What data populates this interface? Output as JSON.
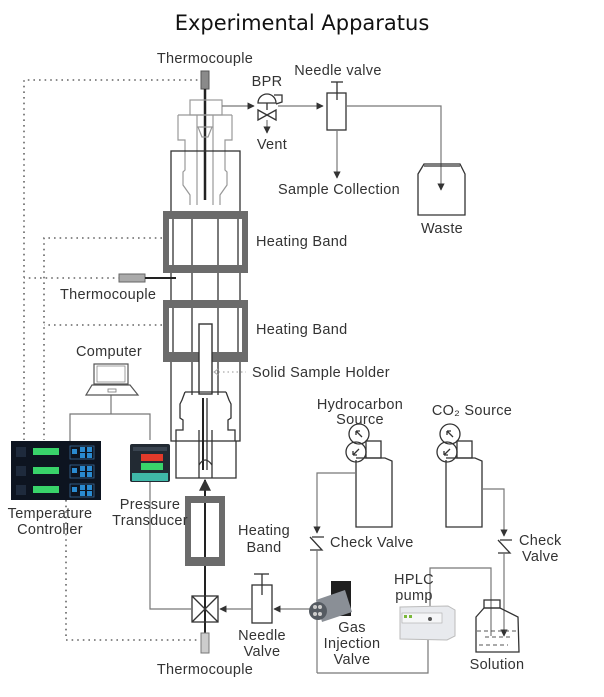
{
  "title": "Experimental Apparatus",
  "labels": {
    "thermocouple_top": "Thermocouple",
    "bpr": "BPR",
    "needle_valve_top": "Needle valve",
    "vent": "Vent",
    "sample_collection": "Sample Collection",
    "waste": "Waste",
    "heating_band_1": "Heating Band",
    "thermocouple_mid": "Thermocouple",
    "heating_band_2": "Heating Band",
    "solid_sample_holder": "Solid Sample Holder",
    "computer": "Computer",
    "hydrocarbon_source_line1": "Hydrocarbon",
    "hydrocarbon_source_line2": "Source",
    "co2_source": "CO₂ Source",
    "temperature_controller_line1": "Temperature",
    "temperature_controller_line2": "Controller",
    "pressure_transducer_line1": "Pressure",
    "pressure_transducer_line2": "Transducer",
    "heating_band_3_line1": "Heating",
    "heating_band_3_line2": "Band",
    "check_valve_1": "Check Valve",
    "check_valve_2_line1": "Check",
    "check_valve_2_line2": "Valve",
    "hplc_pump_line1": "HPLC",
    "hplc_pump_line2": "pump",
    "needle_valve_bottom_line1": "Needle",
    "needle_valve_bottom_line2": "Valve",
    "gas_injection_valve_line1": "Gas",
    "gas_injection_valve_line2": "Injection",
    "gas_injection_valve_line3": "Valve",
    "solution": "Solution",
    "thermocouple_bottom": "Thermocouple"
  },
  "colors": {
    "heating_band": "#6b6b6b",
    "thermocouple": "#8a8a8a",
    "controller_panel": "#0d1420",
    "controller_display": "#39d36a",
    "transducer_display_red": "#e23a2a",
    "transducer_display_green": "#39d36a"
  },
  "icons": {
    "computer": "laptop-icon",
    "temperature_controller": "controller-panel-icon",
    "pressure_transducer": "transducer-icon",
    "gas_injection_valve": "injection-valve-icon",
    "hplc_pump": "pump-icon",
    "gas_cylinder": "gas-cylinder-icon",
    "check_valve": "check-valve-icon",
    "bpr": "back-pressure-regulator-icon"
  }
}
